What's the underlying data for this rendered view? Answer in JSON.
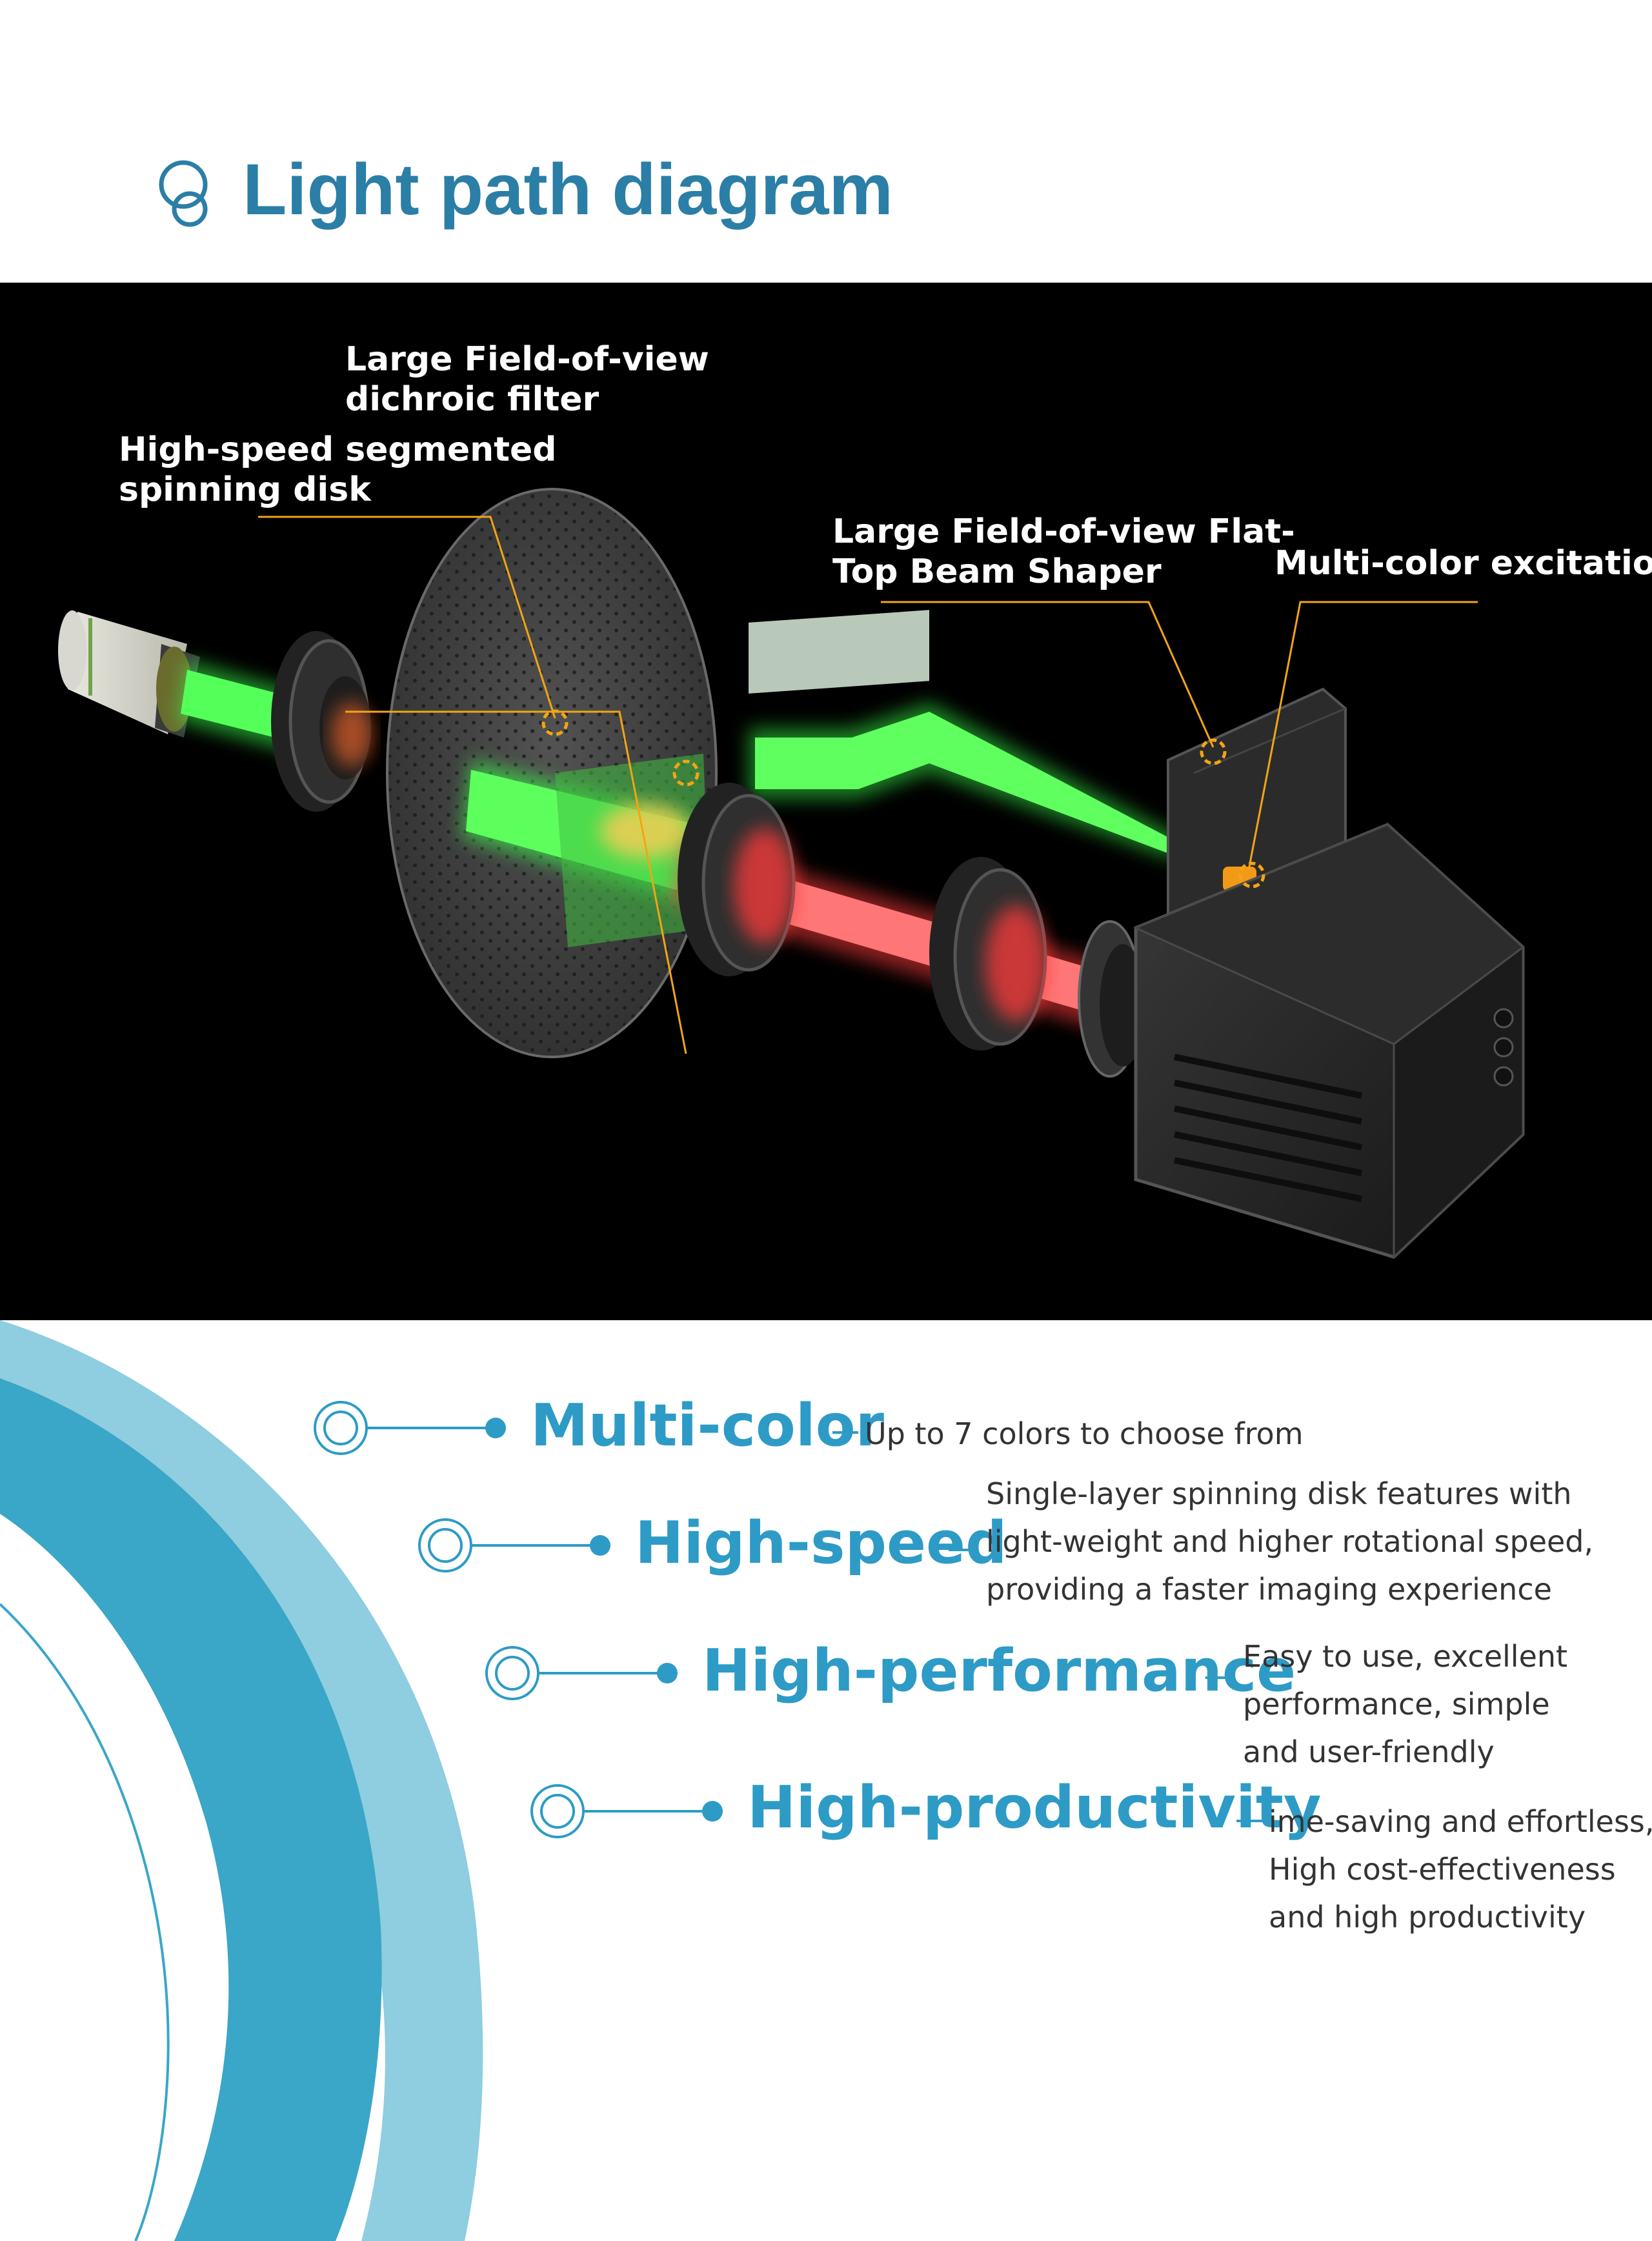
{
  "header": {
    "title": "Light path diagram"
  },
  "diagram": {
    "callouts": [
      {
        "id": "dichroic",
        "lines": [
          "Large Field-of-view",
          "dichroic filter"
        ]
      },
      {
        "id": "spinning",
        "lines": [
          "High-speed segmented",
          "spinning disk"
        ]
      },
      {
        "id": "shaper",
        "lines": [
          "Large Field-of-view Flat-",
          "Top Beam Shaper"
        ]
      },
      {
        "id": "excitation",
        "lines": [
          "Multi-color excitation"
        ]
      }
    ],
    "colors": {
      "green_beam": "#39ff4a",
      "red_beam": "#ff3a3a",
      "callout_line": "#f2a516",
      "panel_bg": "#000000"
    }
  },
  "features": [
    {
      "title": "Multi-color",
      "desc": [
        "Up to 7 colors to choose from"
      ]
    },
    {
      "title": "High-speed",
      "desc": [
        "Single-layer spinning disk features with",
        "light-weight and higher rotational speed,",
        "providing a faster imaging experience"
      ]
    },
    {
      "title": "High-performance",
      "desc": [
        "Easy to use, excellent",
        "performance, simple",
        "and user-friendly"
      ]
    },
    {
      "title": "High-productivity",
      "desc": [
        "ime-saving and effortless,",
        "High cost-effectiveness",
        "and high productivity"
      ]
    }
  ],
  "theme": {
    "title_color": "#2b7ea6",
    "feature_color": "#2d9bc6",
    "arc_dark": "#3aa6c8",
    "arc_light": "#8fcde0"
  }
}
